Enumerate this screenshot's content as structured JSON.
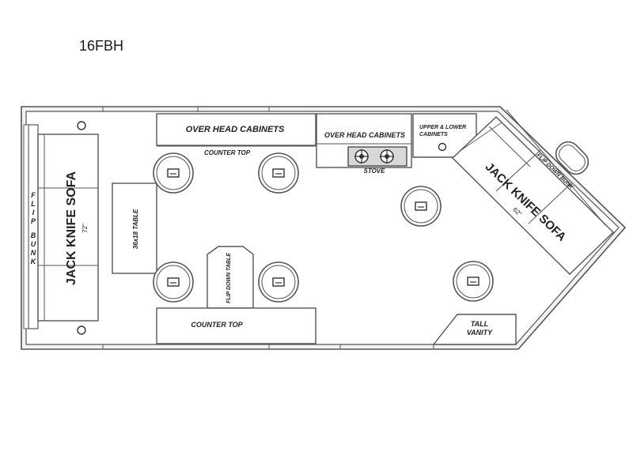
{
  "title": "16FBH",
  "labels": {
    "sofa_left": "JACK KNIFE SOFA",
    "sofa_left_size": "72\"",
    "flip_bunk_letters": [
      "F",
      "L",
      "I",
      "P",
      "B",
      "U",
      "N",
      "K"
    ],
    "overhead_1": "OVER HEAD CABINETS",
    "counter_top_upper": "COUNTER TOP",
    "overhead_2": "OVER HEAD CABINETS",
    "stove": "STOVE",
    "upper_lower_1": "UPPER & LOWER",
    "upper_lower_2": "CABINETS",
    "sofa_right": "JACK KNIFE SOFA",
    "sofa_right_size": "62\"",
    "flip_down_bunk": "FLIP DOWN BUNK",
    "table": "36x18 TABLE",
    "flip_down_table": "FLIP DOWN TABLE",
    "counter_top_lower": "COUNTER TOP",
    "tall_1": "TALL",
    "tall_2": "VANITY"
  },
  "colors": {
    "line": "#555555",
    "fill": "#ffffff",
    "wall": "#f2f2f2",
    "text": "#222222"
  },
  "icons": {
    "seat": "fishing-hole-seat-icon",
    "burner": "stove-burner-icon",
    "knob": "sink-drain-icon"
  }
}
